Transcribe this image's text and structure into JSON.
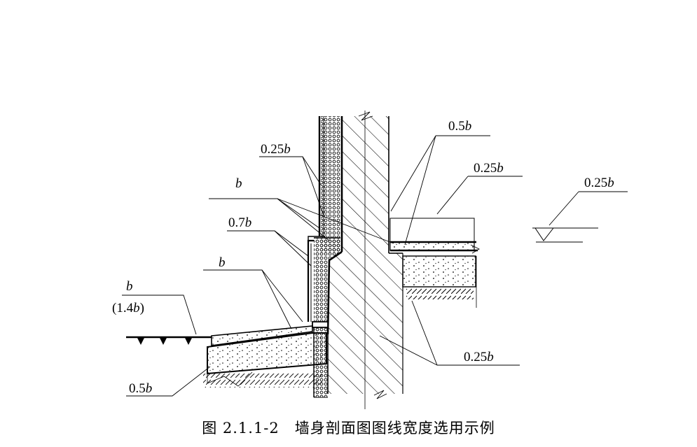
{
  "labels": {
    "lbl_025b_a": "0.25b",
    "lbl_b_a": "b",
    "lbl_07b": "0.7b",
    "lbl_b_b": "b",
    "lbl_b_c": "b",
    "lbl_14b": "(1.4b)",
    "lbl_05b_a": "0.5b",
    "lbl_05b_b": "0.5b",
    "lbl_025b_b": "0.25b",
    "lbl_025b_c": "0.25b",
    "lbl_025b_d": "0.25b"
  },
  "caption": "图 2.1.1-2　墙身剖面图图线宽度选用示例"
}
